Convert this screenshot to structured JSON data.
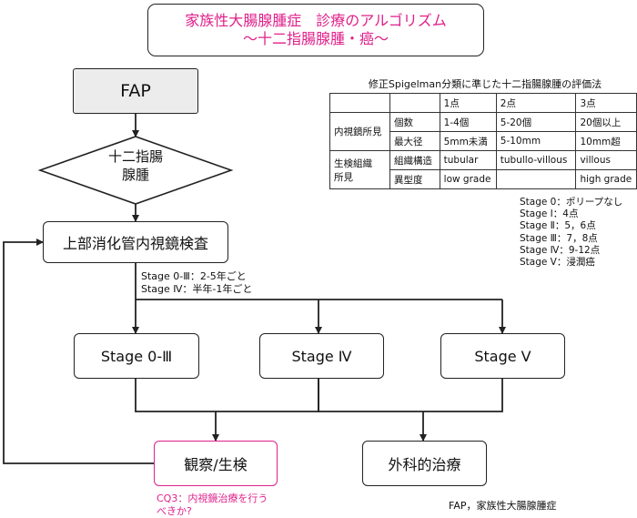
{
  "title": {
    "line1": "家族性大腸腺腫症　診療のアルゴリズム",
    "line2": "〜十二指腸腺腫・癌〜"
  },
  "flow": {
    "fap": "FAP",
    "duodenal_adenoma_line1": "十二指腸",
    "duodenal_adenoma_line2": "腺腫",
    "upper_endoscopy": "上部消化管内視鏡検査",
    "interval_line1": "Stage 0-Ⅲ：2-5年ごと",
    "interval_line2": "Stage Ⅳ：半年-1年ごと",
    "stage_0_3": "Stage 0-Ⅲ",
    "stage_4": "Stage Ⅳ",
    "stage_5": "Stage Ⅴ",
    "observation_biopsy": "観察/生検",
    "surgery": "外科的治療",
    "cq3_line1": "CQ3：内視鏡治療を行う",
    "cq3_line2": "べきか?"
  },
  "evaluation": {
    "title": "修正Spigelman分類に準じた十二指腸腺腫の評価法",
    "points_headers": [
      "1点",
      "2点",
      "3点"
    ],
    "endoscopic_group": "内視鏡所見",
    "histologic_group_line1": "生検組織",
    "histologic_group_line2": "所見",
    "rows": [
      {
        "label": "個数",
        "values": [
          "1-4個",
          "5-20個",
          "20個以上"
        ]
      },
      {
        "label": "最大径",
        "values": [
          "5mm未満",
          "5-10mm",
          "10mm超"
        ]
      },
      {
        "label": "組織構造",
        "values": [
          "tubular",
          "tubullo-villous",
          "villous"
        ]
      },
      {
        "label": "異型度",
        "values": [
          "low grade",
          "",
          "high grade"
        ]
      }
    ]
  },
  "stage_legend": [
    "Stage 0：ポリープなし",
    "Stage Ⅰ：4点",
    "Stage Ⅱ：5，6点",
    "Stage Ⅲ：7，8点",
    "Stage Ⅳ：9-12点",
    "Stage Ⅴ：浸潤癌"
  ],
  "footnote": "FAP，家族性大腸腺腫症",
  "colors": {
    "accent_pink": "#e0208a",
    "fap_fill": "#ececec",
    "line": "#222222"
  }
}
